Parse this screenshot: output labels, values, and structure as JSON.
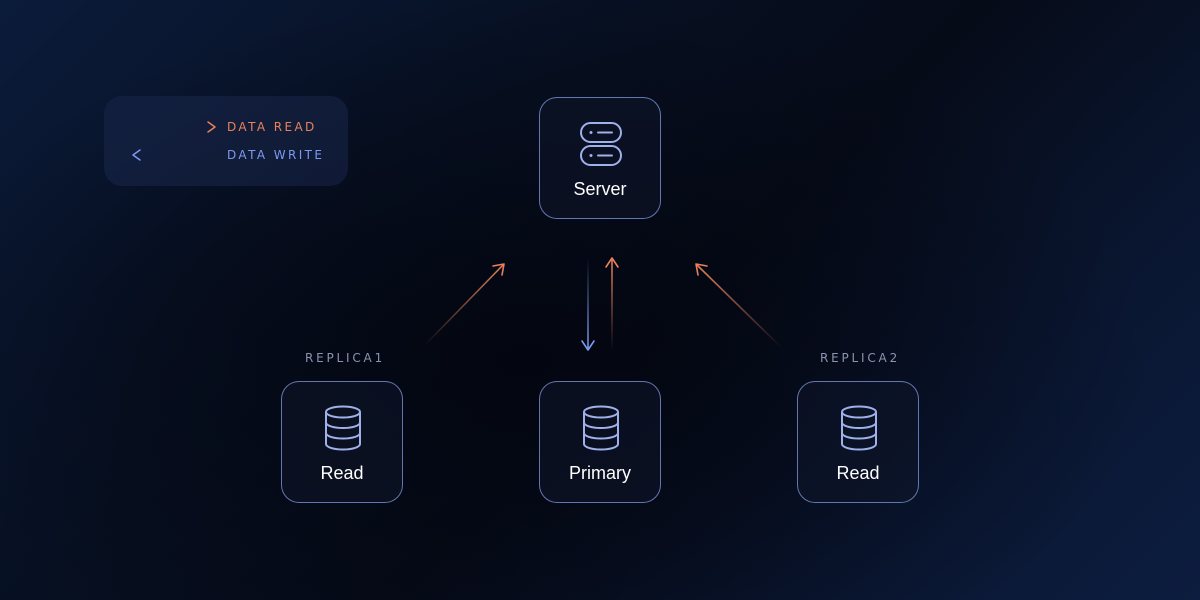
{
  "legend": {
    "read_label": "DATA READ",
    "write_label": "DATA WRITE"
  },
  "nodes": {
    "server": {
      "label": "Server",
      "icon": "server-icon"
    },
    "replica1": {
      "label": "Read",
      "tag": "REPLICA1",
      "icon": "database-icon"
    },
    "primary": {
      "label": "Primary",
      "icon": "database-icon"
    },
    "replica2": {
      "label": "Read",
      "tag": "REPLICA2",
      "icon": "database-icon"
    }
  },
  "colors": {
    "read": "#e8825a",
    "write": "#7c98f0",
    "node_border": "#8298e0",
    "icon": "#9fb0ea"
  }
}
